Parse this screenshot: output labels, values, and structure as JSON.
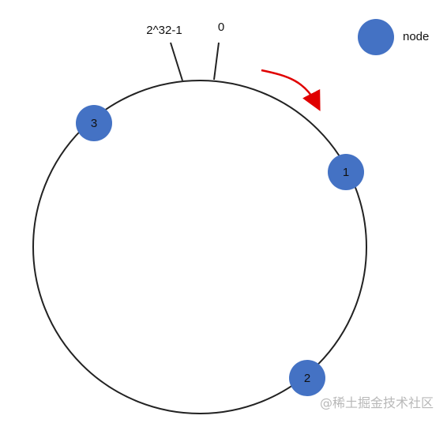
{
  "diagram": {
    "ring": {
      "stroke_color": "#222222",
      "label_max": "2^32-1",
      "label_zero": "0"
    },
    "legend": {
      "label": "node",
      "color": "#4472c4"
    },
    "arrow": {
      "color": "#e00000",
      "direction": "clockwise"
    },
    "nodes": [
      {
        "label": "1",
        "color": "#4472c4"
      },
      {
        "label": "2",
        "color": "#4472c4"
      },
      {
        "label": "3",
        "color": "#4472c4"
      }
    ]
  },
  "watermark": {
    "text": "@稀土掘金技术社区"
  }
}
